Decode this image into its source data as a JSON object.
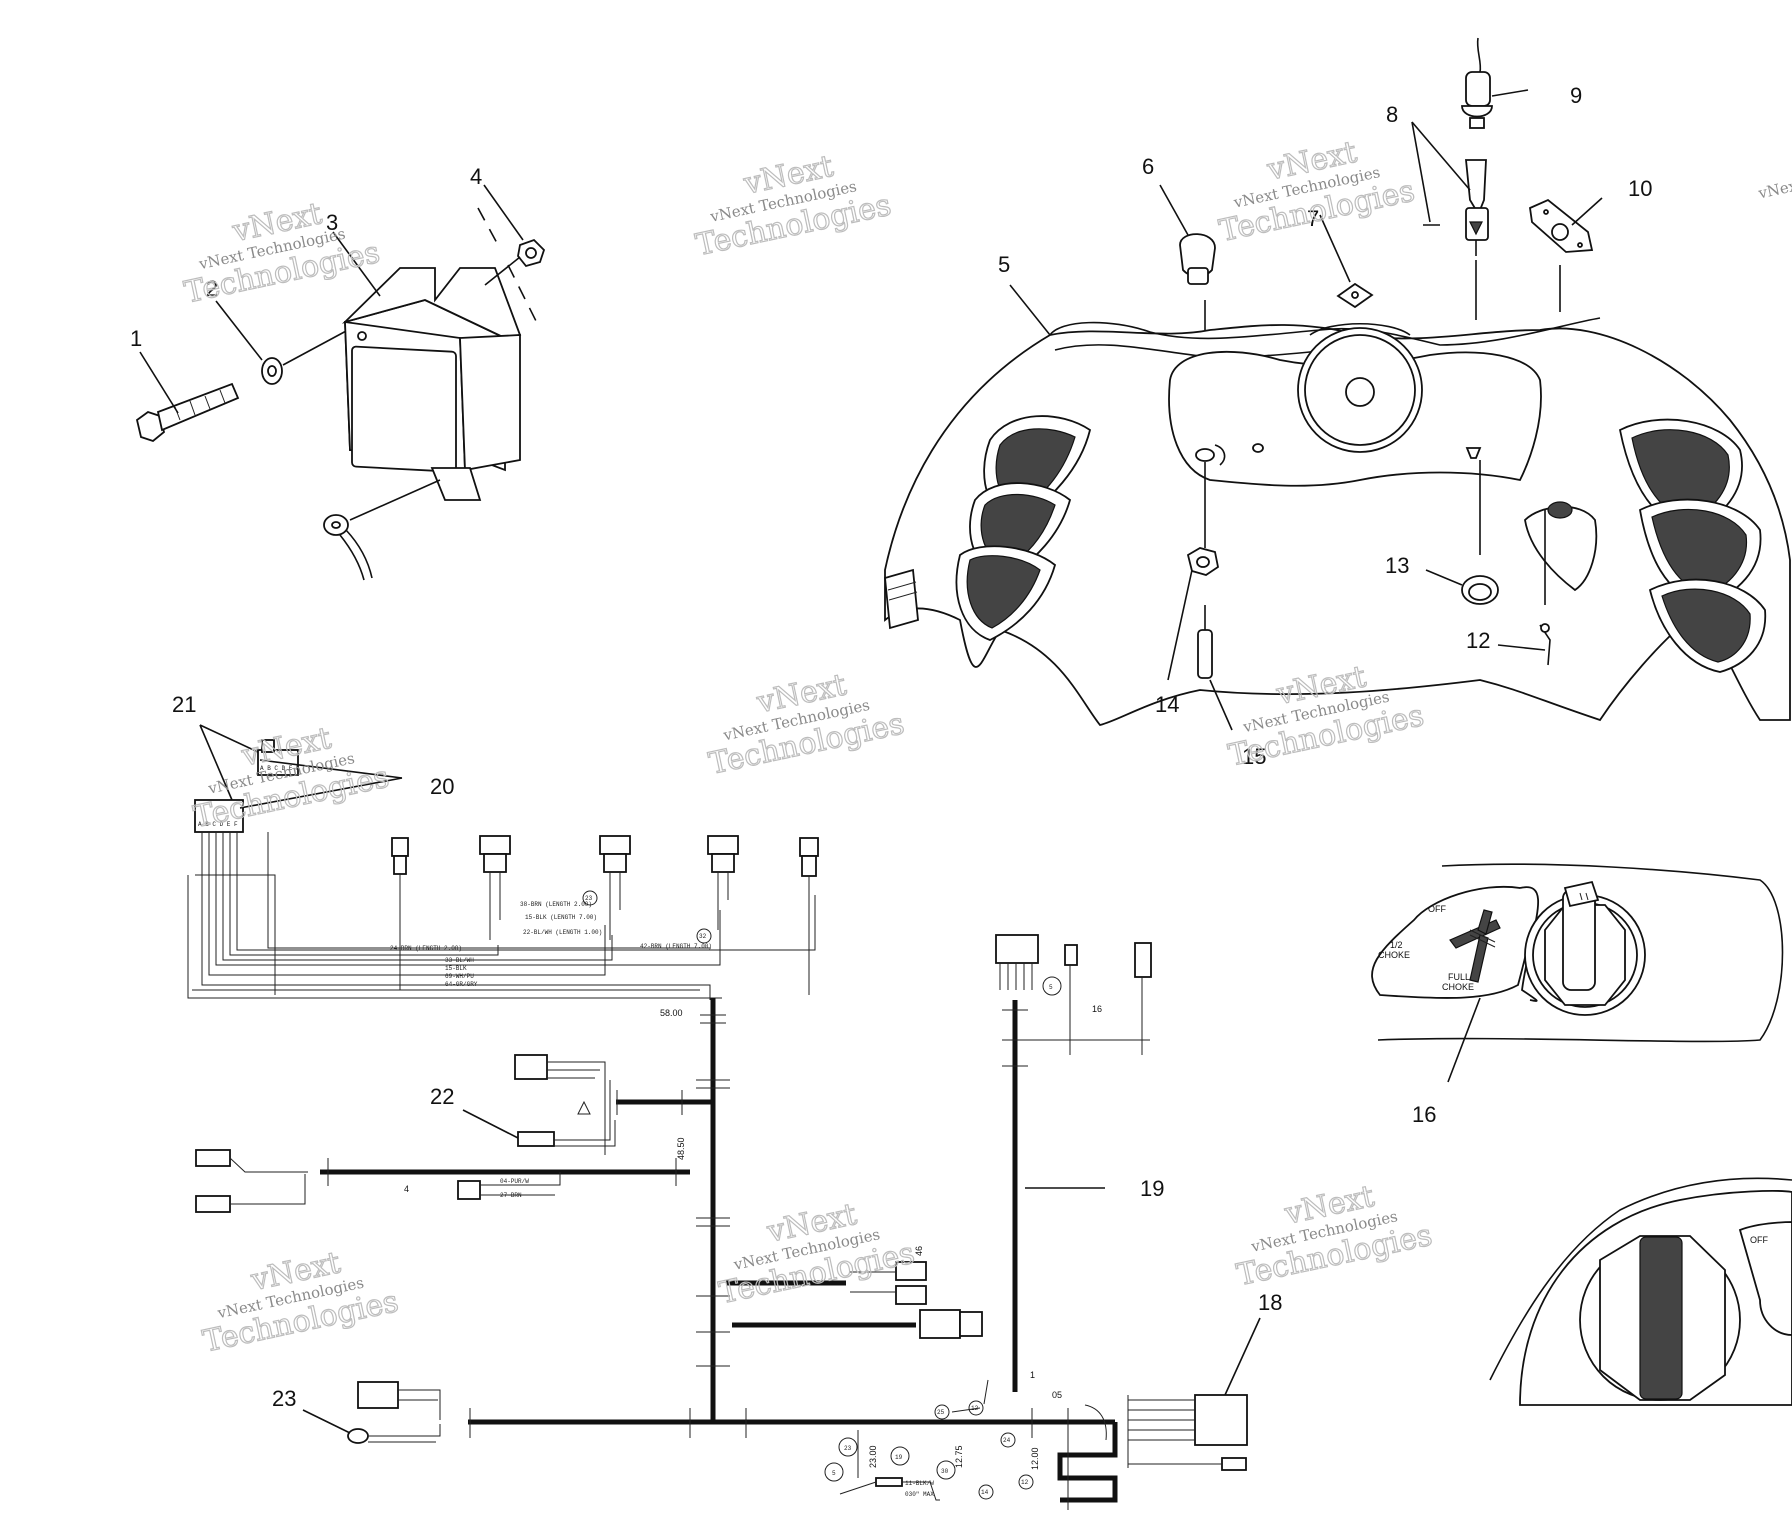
{
  "callouts": {
    "c1": "1",
    "c2": "2",
    "c3": "3",
    "c4": "4",
    "c5": "5",
    "c6": "6",
    "c7": "7",
    "c8": "8",
    "c9": "9",
    "c10": "10",
    "c12": "12",
    "c13": "13",
    "c14": "14",
    "c15": "15",
    "c16": "16",
    "c18": "18",
    "c19": "19",
    "c20": "20",
    "c21": "21",
    "c22": "22",
    "c23": "23"
  },
  "watermark": {
    "line1": "vNext Technologies",
    "line2": "Technologies",
    "big": "vNext"
  },
  "switch_panel": {
    "off": "OFF",
    "half_choke_1": "1/2",
    "half_choke_2": "CHOKE",
    "full_choke_1": "FULL",
    "full_choke_2": "CHOKE"
  },
  "key_panel": {
    "off": "OFF"
  },
  "harness": {
    "connector_pins": "A B C D E F",
    "len_58": "58.00",
    "len_48": "48.50",
    "len_23": "23.00",
    "len_12_75": "12.75",
    "len_12_00": "12.00",
    "dim_05": "05",
    "dim_030": "030\" MAX",
    "dim_46": "46",
    "dim_16": "16",
    "dim_4": "4",
    "dim_1": "1",
    "wire_a": "38-BRN (LENGTH 2.00)",
    "wire_b": "15-BLK (LENGTH 7.00)",
    "wire_c": "22-BL/WH (LENGTH 1.00)",
    "wire_d": "24-BRN (LENGTH 2.00)",
    "wire_e": "42-BRN (LENGTH 7.00)",
    "wire_f": "33-BL/WH",
    "wire_g": "15-BLK",
    "wire_h": "69-WH/PU",
    "wire_i": "64-GR/GRY",
    "wire_j": "04-PUR/W",
    "wire_k": "27-BRN",
    "wire_l": "11-BLK/W"
  },
  "circled_refs": {
    "r5": "5",
    "r19": "19",
    "r30": "30",
    "r12": "12",
    "r25": "25",
    "r24": "24",
    "r23": "23",
    "r32": "32",
    "r14": "14"
  }
}
